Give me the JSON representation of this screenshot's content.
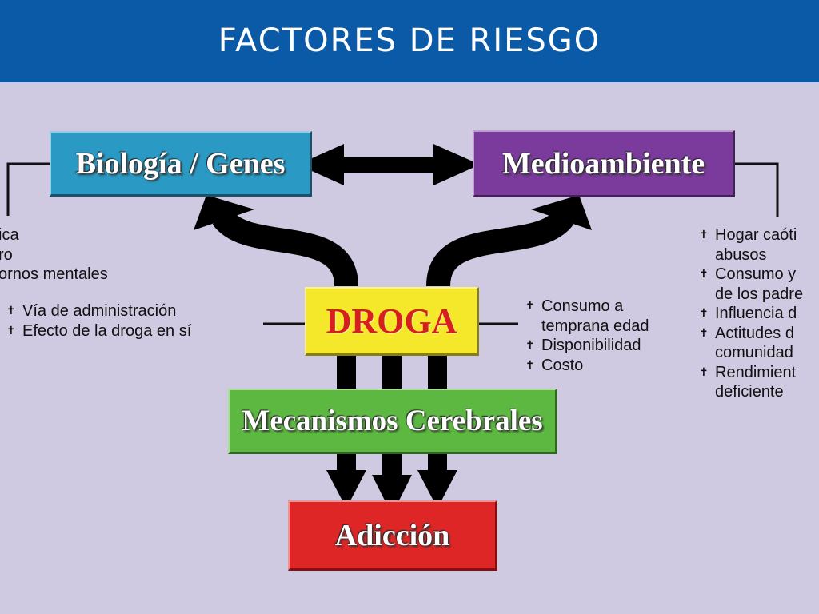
{
  "header": {
    "title": "FACTORES DE RIESGO"
  },
  "boxes": {
    "biologia": "Biología / Genes",
    "medioambiente": "Medioambiente",
    "droga": "DROGA",
    "mecanismos": "Mecanismos Cerebrales",
    "adiccion": "Adicción"
  },
  "lists": {
    "biologia_items": [
      "ica",
      "ro",
      "ornos mentales"
    ],
    "droga_left_items": [
      "Vía de administración",
      "Efecto de la droga en sí"
    ],
    "droga_right_items": [
      "Consumo a",
      "temprana edad",
      "Disponibilidad",
      "Costo"
    ],
    "medio_items": [
      "Hogar caóti",
      "abusos",
      "Consumo y",
      "de los padre",
      "Influencia d",
      "Actitudes d",
      "comunidad",
      "Rendimient",
      "deficiente"
    ]
  },
  "colors": {
    "header": "#0a5aa8",
    "background": "#cfc9e1",
    "biologia": "#2a9ac4",
    "medioambiente": "#7a3b9c",
    "droga": "#f5e82a",
    "mecanismos": "#5cb840",
    "adiccion": "#de2626"
  },
  "icons": {
    "bullet": "dagger-bullet-icon",
    "arrow": "black-arrow-icon"
  }
}
